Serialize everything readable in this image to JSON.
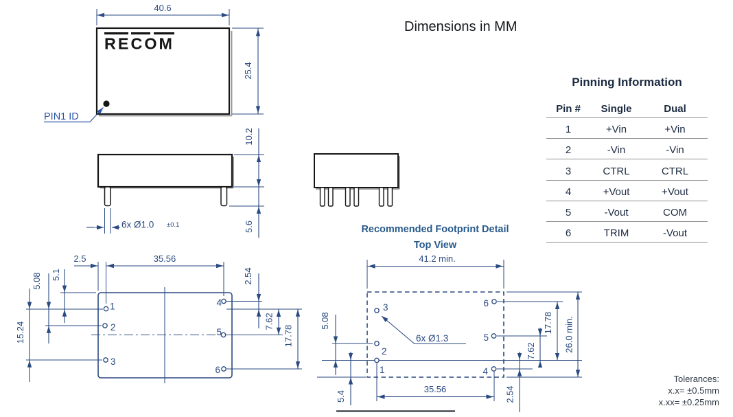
{
  "note": {
    "units": "Dimensions in MM"
  },
  "colors": {
    "dim_blue": "#2a4a80",
    "title_blue": "#27598a",
    "pin1_blue": "#2a55a4",
    "outline_black": "#161616",
    "table_text": "#1c2b40",
    "rule_gray": "#8f8f8f"
  },
  "front_view": {
    "logo": "RECOM",
    "dim_width": "40.6",
    "dim_height": "25.4",
    "pin1_label": "PIN1 ID"
  },
  "side_view": {
    "dim_body_height": "10.2",
    "dim_pin_length": "5.6",
    "pin_dia_label": "6x Ø1.0",
    "pin_dia_tol": "±0.1"
  },
  "bottom_view": {
    "dim_edge_offset": "2.5",
    "dim_pin_span": "35.56",
    "dim_top_to_pin1": "5.1",
    "dim_pin1_pin2": "5.08",
    "dim_pin1_pin3": "15.24",
    "dim_pin1_pin4": "2.54",
    "dim_pin1_pin5": "7.62",
    "dim_pin1_pin6": "17.78",
    "pins": [
      "1",
      "2",
      "3",
      "4",
      "5",
      "6"
    ]
  },
  "footprint": {
    "title": "Recommended Footprint Detail",
    "subtitle": "Top View",
    "dim_width_min": "41.2 min.",
    "dim_height_min": "26.0 min.",
    "dim_pin_span": "35.56",
    "dim_pin1_pin2": "5.08",
    "dim_pin_to_edge": "5.4",
    "dim_pin1_pin4": "2.54",
    "dim_pin1_pin5": "7.62",
    "dim_pin1_pin6": "17.78",
    "hole_label": "6x Ø1.3",
    "pins": [
      "3",
      "2",
      "1",
      "6",
      "5",
      "4"
    ]
  },
  "pinning_table": {
    "title": "Pinning Information",
    "headers": [
      "Pin #",
      "Single",
      "Dual"
    ],
    "rows": [
      [
        "1",
        "+Vin",
        "+Vin"
      ],
      [
        "2",
        "-Vin",
        "-Vin"
      ],
      [
        "3",
        "CTRL",
        "CTRL"
      ],
      [
        "4",
        "+Vout",
        "+Vout"
      ],
      [
        "5",
        "-Vout",
        "COM"
      ],
      [
        "6",
        "TRIM",
        "-Vout"
      ]
    ]
  },
  "tolerances": {
    "title": "Tolerances:",
    "line1": "x.x= ±0.5mm",
    "line2": "x.xx= ±0.25mm"
  }
}
